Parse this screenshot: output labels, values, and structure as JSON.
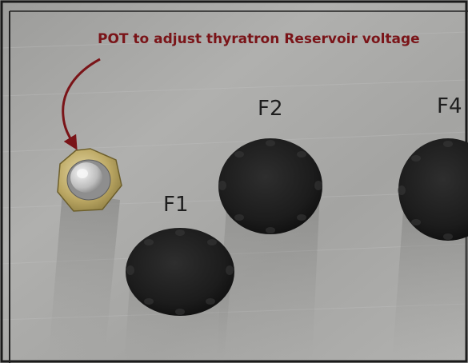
{
  "annotation": {
    "text": "POT to adjust thyratron Reservoir voltage",
    "color": "#7a1418"
  },
  "labels": {
    "f1": "F1",
    "f2": "F2",
    "f4": "F4"
  },
  "colors": {
    "panel_metal": "#a8a8a6",
    "knob_black": "#1c1c1c",
    "pot_brass": "#c7b57a",
    "frame": "#1a1a1a"
  },
  "icons": {
    "pot": "potentiometer-nut-icon",
    "knob": "fluted-knob-icon",
    "arrow": "curved-arrow-icon"
  }
}
